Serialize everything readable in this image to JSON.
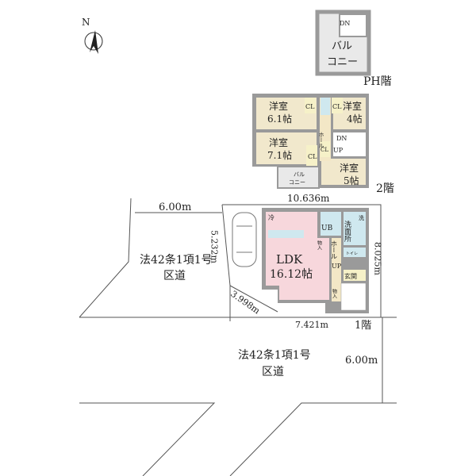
{
  "colors": {
    "wall": "#9a9a9a",
    "room": "#f1e8cc",
    "ldk": "#f7d7dc",
    "wet": "#cfe8ef",
    "balcony": "#e9e9e9",
    "hall": "#f3e7c6"
  },
  "compass": {
    "label": "N",
    "icon": "north-arrow-icon"
  },
  "ph": {
    "floor_label": "PH階",
    "dn": "DN",
    "balcony": [
      "バル",
      "コニー"
    ]
  },
  "floor2": {
    "floor_label": "2階",
    "width": "10.636m",
    "rooms": [
      {
        "name": "洋室",
        "size": "6.1帖"
      },
      {
        "name": "洋室",
        "size": "4帖"
      },
      {
        "name": "洋室",
        "size": "7.1帖"
      },
      {
        "name": "洋室",
        "size": "5帖"
      }
    ],
    "cl": "CL",
    "hall": "ホール",
    "dn": "DN",
    "up": "UP",
    "balcony": [
      "バル",
      "コニー"
    ]
  },
  "floor1": {
    "floor_label": "1階",
    "ldk": "LDK",
    "ldk_size": "16.12帖",
    "fridge": "冷",
    "ub": "UB",
    "washroom": "洗面所",
    "washer": "洗",
    "storage": "物入",
    "hall": "ホール",
    "up": "UP",
    "toilet": "トイレ",
    "entrance": "玄関",
    "dims": {
      "side_right": "8.025m",
      "side_left": "5.232m",
      "diag": "3.998m",
      "bottom": "7.421m"
    }
  },
  "roads": {
    "left": {
      "width": "6.00m",
      "line1": "法42条1項1号",
      "line2": "区道"
    },
    "bottom": {
      "width": "6.00m",
      "line1": "法42条1項1号",
      "line2": "区道"
    }
  }
}
